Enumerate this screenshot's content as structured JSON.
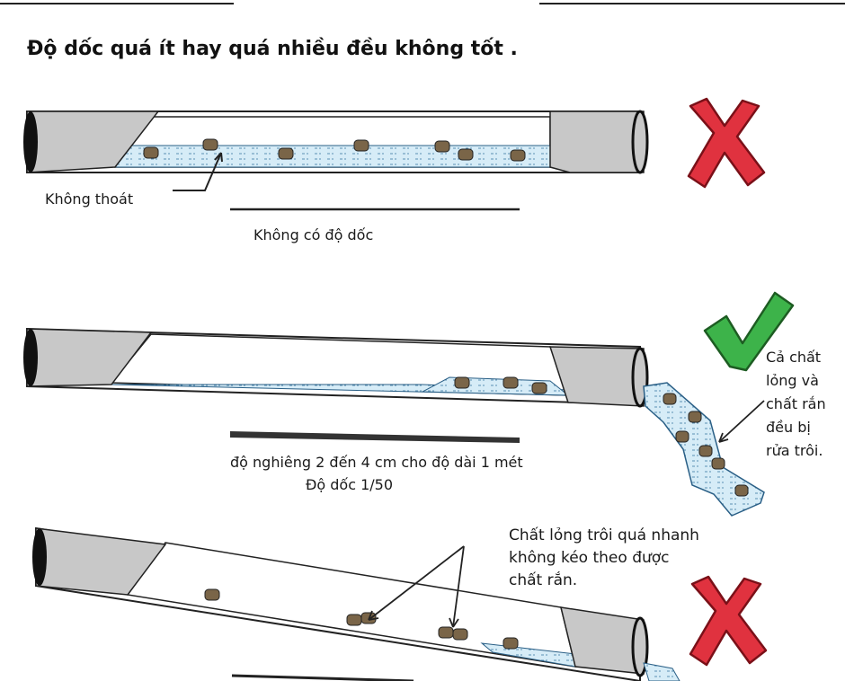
{
  "title": "Độ dốc quá ít hay quá nhiều đều không tốt .",
  "panel1": {
    "callout": "Không thoát",
    "slope_label": "Không có độ dốc",
    "verdict": "wrong"
  },
  "panel2": {
    "slope_label": "độ nghiêng 2 đến 4 cm cho độ dài 1 mét",
    "ratio_label": "Độ dốc 1/50",
    "note_line1": "Cả chất",
    "note_line2": "lỏng và",
    "note_line3": "chất rắn",
    "note_line4": "đều bị",
    "note_line5": "rửa trôi.",
    "verdict": "correct"
  },
  "panel3": {
    "callout_line1": "Chất lỏng trôi quá nhanh",
    "callout_line2": "không kéo theo được",
    "callout_line3": "chất rắn.",
    "verdict": "wrong"
  },
  "colors": {
    "pipe_end": "#c8c8c8",
    "water": "#d6ecf7",
    "solid": "#7a6548",
    "cross": "#e0323f",
    "check": "#3db34a"
  },
  "icons": [
    "cross-icon",
    "check-icon"
  ]
}
